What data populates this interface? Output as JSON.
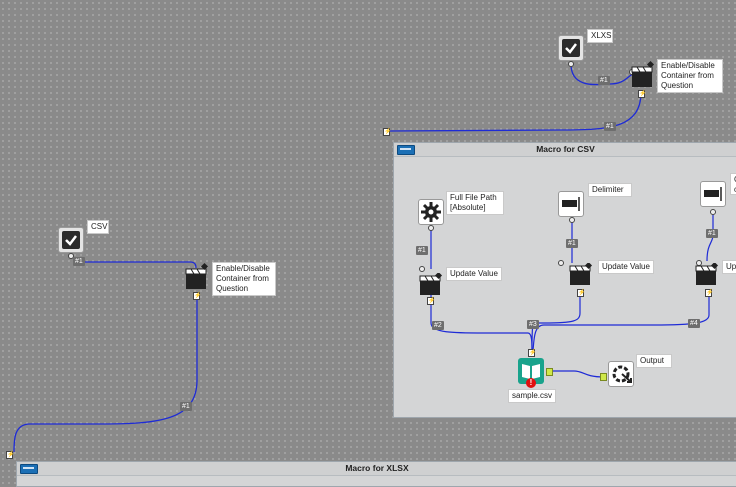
{
  "canvas": {
    "wire_color": "#1e2bd6",
    "background": "#8a8a8a"
  },
  "tools": {
    "xlsx_check": {
      "label": "XLXS",
      "icon": "checkbox-icon"
    },
    "csv_check": {
      "label": "CSV",
      "icon": "checkbox-icon"
    },
    "xlsx_action": {
      "label": "Enable/Disable Container from Question",
      "icon": "clapperboard-icon"
    },
    "csv_action": {
      "label": "Enable/Disable Container from Question",
      "icon": "clapperboard-icon"
    },
    "full_file_path": {
      "label": "Full File Path [Absolute]",
      "icon": "gear-icon"
    },
    "delimiter": {
      "label": "Delimiter",
      "icon": "textbox-icon"
    },
    "third_question": {
      "label": "C o",
      "icon": "textbox-icon"
    },
    "update_value_1": {
      "label": "Update Value",
      "icon": "clapperboard-icon"
    },
    "update_value_2": {
      "label": "Update Value",
      "icon": "clapperboard-icon"
    },
    "update_value_3": {
      "label": "Up",
      "icon": "clapperboard-icon"
    },
    "input_file": {
      "label": "sample.csv",
      "icon": "book-icon"
    },
    "output": {
      "label": "Output",
      "icon": "macro-output-icon"
    }
  },
  "connections": {
    "xlsx_to_action": "#1",
    "xlsx_action_out": "#1",
    "csv_to_action": "#1",
    "csv_action_out": "#1",
    "ffp_to_update": "#1",
    "delim_to_update": "#1",
    "third_to_update": "#1",
    "update1_to_input": "#2",
    "update2_to_input": "#3",
    "update3_to_input": "#4"
  },
  "containers": {
    "csv": {
      "title": "Macro for CSV"
    },
    "xlsx": {
      "title": "Macro for XLSX"
    }
  },
  "warning": {
    "symbol": "!",
    "color": "#e01010"
  },
  "bolt_symbol": "⚡"
}
